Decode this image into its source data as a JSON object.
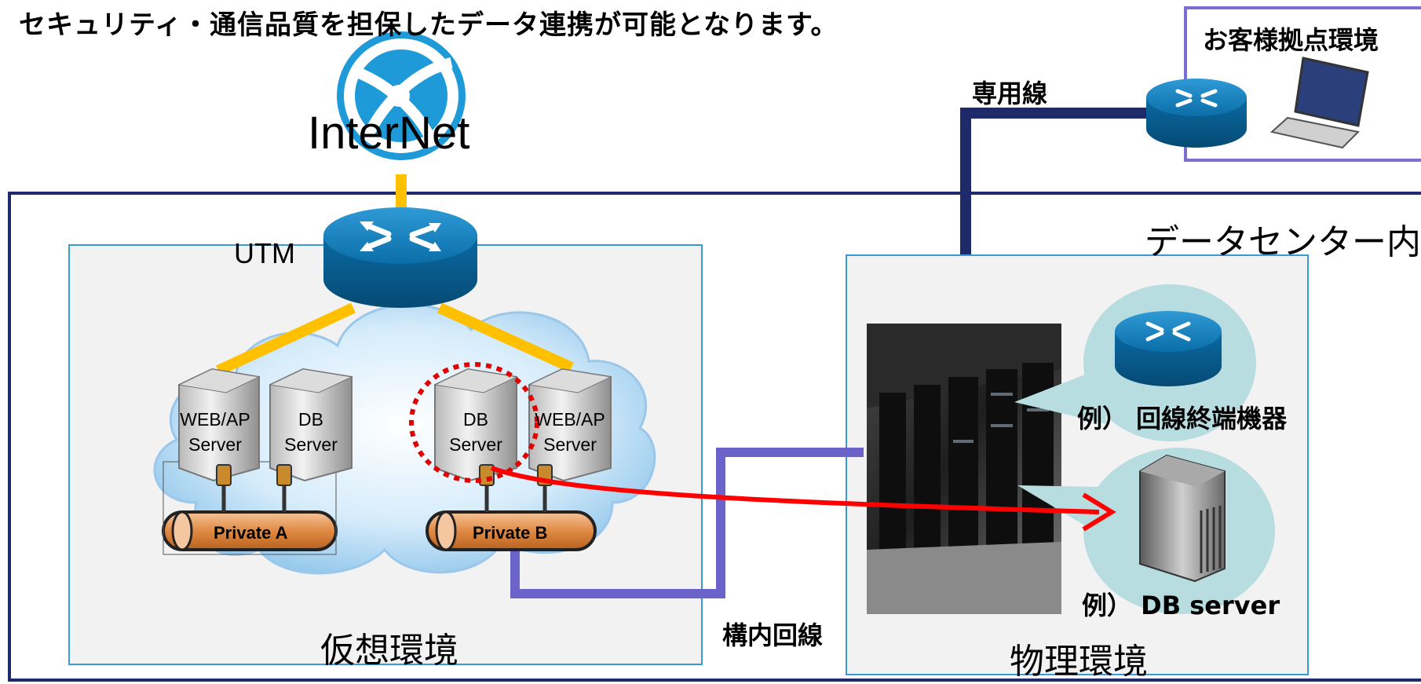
{
  "headline": "セキュリティ・通信品質を担保したデータ連携が可能となります。",
  "internet_label": "InterNet",
  "utm_label": "UTM",
  "customer_site_label": "お客様拠点環境",
  "dedicated_line_label": "専用線",
  "datacenter_label": "データセンター内",
  "virtual_env_label": "仮想環境",
  "physical_env_label": "物理環境",
  "campus_line_label": "構内回線",
  "servers": [
    {
      "line1": "WEB/AP",
      "line2": "Server"
    },
    {
      "line1": "DB",
      "line2": "Server"
    },
    {
      "line1": "DB",
      "line2": "Server"
    },
    {
      "line1": "WEB/AP",
      "line2": "Server"
    }
  ],
  "private_networks": [
    "Private A",
    "Private B"
  ],
  "examples": {
    "router": "例） 回線終端機器",
    "db_server": "例） DB server"
  },
  "colors": {
    "datacenter_border": "#1f2a6b",
    "region_border": "#3a9ad9",
    "customer_border": "#7a6fd0",
    "internet_yellow": "#ffc000",
    "campus_line": "#6b63c9",
    "data_flow_arrow": "#ff0000",
    "router_blue": "#0a76b5",
    "pill_orange": "#d9803a"
  },
  "icons": [
    "globe-icon",
    "router-icon",
    "server-icon",
    "laptop-icon",
    "server-rack-photo",
    "cloud-shape"
  ]
}
